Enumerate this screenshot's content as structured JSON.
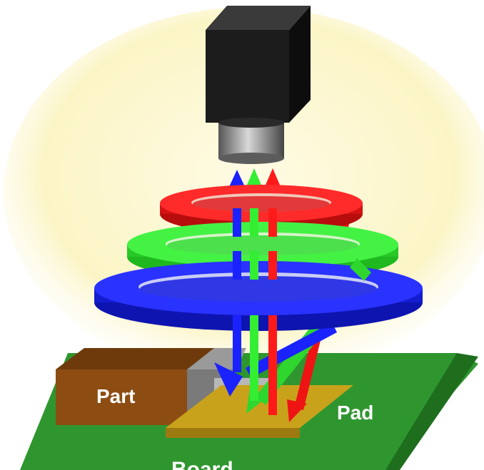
{
  "labels": {
    "part": "Part",
    "pad": "Pad",
    "board": "Board"
  },
  "colors": {
    "glow": "#fbf6c8",
    "camera_body": "#1c1c1c",
    "lens": "#8f8f8f",
    "ring_red": "#ff1a1a",
    "ring_green": "#33ee33",
    "ring_blue": "#1a22ff",
    "board": "#2c8c2c",
    "part": "#8a4a12",
    "pad": "#c8a21c"
  },
  "icons": {
    "camera": "camera-icon",
    "light_rings": "ring-light-icon"
  }
}
